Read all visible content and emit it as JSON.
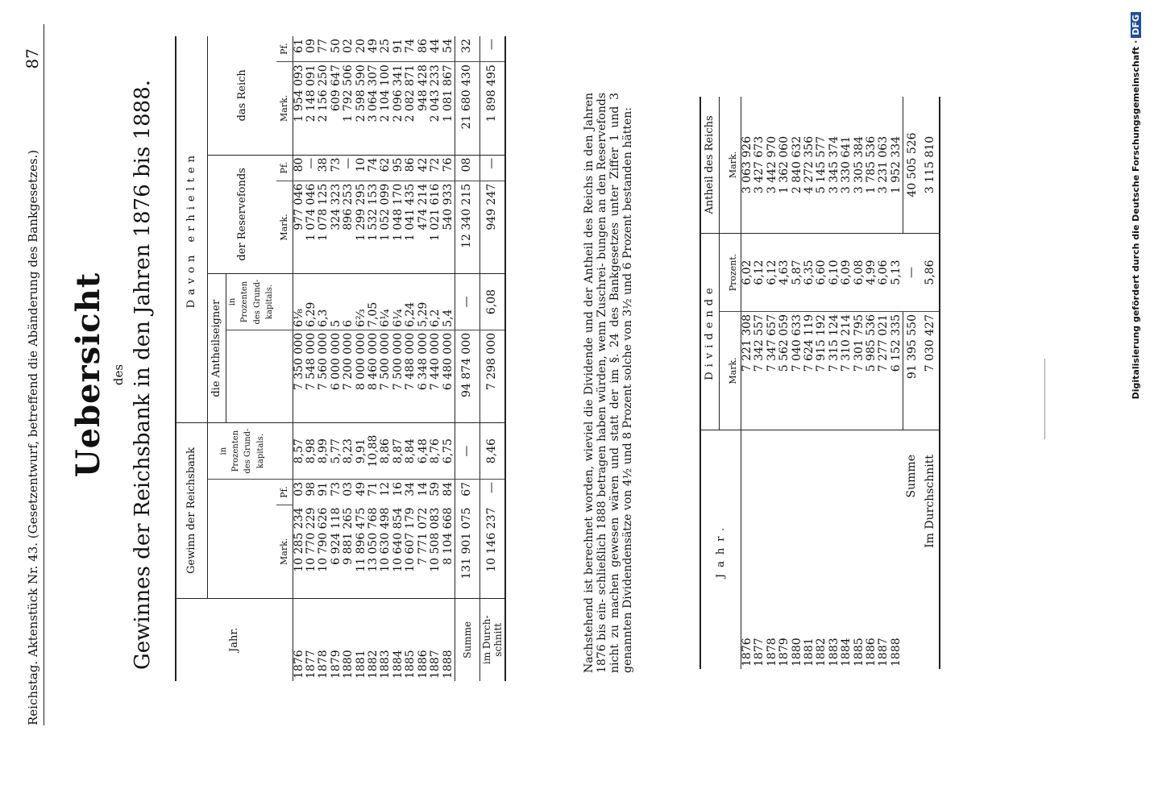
{
  "header": {
    "left": "Reichstag. Aktenstück Nr. 43. (Gesetzentwurf, betreffend die Abänderung des Bankgesetzes.)",
    "page_number": "87"
  },
  "title": {
    "main": "Uebersicht",
    "des": "des",
    "sub": "Gewinnes der Reichsbank in den Jahren 1876 bis 1888."
  },
  "table1": {
    "headers": {
      "jahr": "Jahr.",
      "gewinn": "Gewinn der Reichsbank",
      "davon": "Davon erhielten",
      "anteilseigner": "die Antheilseigner",
      "reservefonds": "der Reservefonds",
      "reich": "das Reich",
      "prozent": "in Prozenten des Grund-kapitals.",
      "mark": "Mark.",
      "pf": "Pf."
    },
    "rows": [
      {
        "year": "1876",
        "g_mark": "10 285 234",
        "g_pf": "03",
        "g_pct": "8,57",
        "a_mark": "7 350 000",
        "a_pct": "6⅛",
        "r_mark": "977 046",
        "r_pf": "80",
        "s_mark": "1 954 093",
        "s_pf": "61"
      },
      {
        "year": "1877",
        "g_mark": "10 770 229",
        "g_pf": "98",
        "g_pct": "8,98",
        "a_mark": "7 548 000",
        "a_pct": "6,29",
        "r_mark": "1 074 046",
        "r_pf": "—",
        "s_mark": "2 148 091",
        "s_pf": "09"
      },
      {
        "year": "1878",
        "g_mark": "10 790 626",
        "g_pf": "91",
        "g_pct": "8,99",
        "a_mark": "7 560 000",
        "a_pct": "6,3",
        "r_mark": "1 078 125",
        "r_pf": "38",
        "s_mark": "2 156 250",
        "s_pf": "77"
      },
      {
        "year": "1879",
        "g_mark": "6 924 118",
        "g_pf": "73",
        "g_pct": "5,77",
        "a_mark": "6 000 000",
        "a_pct": "5",
        "r_mark": "324 323",
        "r_pf": "73",
        "s_mark": "609 647",
        "s_pf": "50"
      },
      {
        "year": "1880",
        "g_mark": "9 881 265",
        "g_pf": "03",
        "g_pct": "8,23",
        "a_mark": "7 200 000",
        "a_pct": "6",
        "r_mark": "896 253",
        "r_pf": "—",
        "s_mark": "1 792 506",
        "s_pf": "02"
      },
      {
        "year": "1881",
        "g_mark": "11 896 475",
        "g_pf": "49",
        "g_pct": "9,91",
        "a_mark": "8 000 000",
        "a_pct": "6⅔",
        "r_mark": "1 299 295",
        "r_pf": "10",
        "s_mark": "2 598 590",
        "s_pf": "20"
      },
      {
        "year": "1882",
        "g_mark": "13 050 768",
        "g_pf": "71",
        "g_pct": "10,88",
        "a_mark": "8 460 000",
        "a_pct": "7,05",
        "r_mark": "1 532 153",
        "r_pf": "74",
        "s_mark": "3 064 307",
        "s_pf": "49"
      },
      {
        "year": "1883",
        "g_mark": "10 630 498",
        "g_pf": "12",
        "g_pct": "8,86",
        "a_mark": "7 500 000",
        "a_pct": "6¼",
        "r_mark": "1 052 099",
        "r_pf": "62",
        "s_mark": "2 104 100",
        "s_pf": "25"
      },
      {
        "year": "1884",
        "g_mark": "10 640 854",
        "g_pf": "16",
        "g_pct": "8,87",
        "a_mark": "7 500 000",
        "a_pct": "6¼",
        "r_mark": "1 048 170",
        "r_pf": "95",
        "s_mark": "2 096 341",
        "s_pf": "91"
      },
      {
        "year": "1885",
        "g_mark": "10 607 179",
        "g_pf": "34",
        "g_pct": "8,84",
        "a_mark": "7 488 000",
        "a_pct": "6,24",
        "r_mark": "1 041 435",
        "r_pf": "86",
        "s_mark": "2 082 871",
        "s_pf": "74"
      },
      {
        "year": "1886",
        "g_mark": "7 771 072",
        "g_pf": "14",
        "g_pct": "6,48",
        "a_mark": "6 348 000",
        "a_pct": "5,29",
        "r_mark": "474 214",
        "r_pf": "42",
        "s_mark": "948 428",
        "s_pf": "86"
      },
      {
        "year": "1887",
        "g_mark": "10 508 083",
        "g_pf": "59",
        "g_pct": "8,76",
        "a_mark": "7 440 000",
        "a_pct": "6,2",
        "r_mark": "1 021 616",
        "r_pf": "72",
        "s_mark": "2 043 233",
        "s_pf": "44"
      },
      {
        "year": "1888",
        "g_mark": "8 104 668",
        "g_pf": "84",
        "g_pct": "6,75",
        "a_mark": "6 480 000",
        "a_pct": "5,4",
        "r_mark": "540 933",
        "r_pf": "76",
        "s_mark": "1 081 867",
        "s_pf": "54"
      }
    ],
    "summe": {
      "label": "Summe",
      "g_mark": "131 901 075",
      "g_pf": "67",
      "g_pct": "—",
      "a_mark": "94 874 000",
      "a_pct": "—",
      "r_mark": "12 340 215",
      "r_pf": "08",
      "s_mark": "21 680 430",
      "s_pf": "32"
    },
    "durchschnitt": {
      "label": "im Durch-schnitt",
      "g_mark": "10 146 237",
      "g_pf": "—",
      "g_pct": "8,46",
      "a_mark": "7 298 000",
      "a_pct": "6,08",
      "r_mark": "949 247",
      "r_pf": "—",
      "s_mark": "1 898 495",
      "s_pf": "—"
    }
  },
  "note": "Nachstehend ist berechnet worden, wieviel die Dividende und der Antheil des Reichs in den Jahren 1876 bis ein- schließlich 1888 betragen haben würden, wenn Zuschrei- bungen an den Reservefonds nicht zu machen gewesen wären und statt der im §. 24 des Bankgesetzes unter Ziffer 1 und 3 genannten Dividendensätze von 4½ und 8 Prozent solche von 3½ und 6 Prozent bestanden hätten:",
  "table2": {
    "headers": {
      "jahr": "Jahr.",
      "dividende": "Dividende",
      "anteil": "Antheil des Reichs",
      "mark": "Mark.",
      "prozent": "Prozent."
    },
    "rows": [
      {
        "year": "1876",
        "d_mark": "7 221 308",
        "d_pct": "6,02",
        "s_mark": "3 063 926"
      },
      {
        "year": "1877",
        "d_mark": "7 342 557",
        "d_pct": "6,12",
        "s_mark": "3 427 673"
      },
      {
        "year": "1878",
        "d_mark": "7 347 657",
        "d_pct": "6,12",
        "s_mark": "3 442 970"
      },
      {
        "year": "1879",
        "d_mark": "5 562 059",
        "d_pct": "4,63",
        "s_mark": "1 362 060"
      },
      {
        "year": "1880",
        "d_mark": "7 040 633",
        "d_pct": "5,87",
        "s_mark": "2 840 632"
      },
      {
        "year": "1881",
        "d_mark": "7 624 119",
        "d_pct": "6,35",
        "s_mark": "4 272 356"
      },
      {
        "year": "1882",
        "d_mark": "7 915 192",
        "d_pct": "6,60",
        "s_mark": "5 145 577"
      },
      {
        "year": "1883",
        "d_mark": "7 315 124",
        "d_pct": "6,10",
        "s_mark": "3 345 374"
      },
      {
        "year": "1884",
        "d_mark": "7 310 214",
        "d_pct": "6,09",
        "s_mark": "3 330 641"
      },
      {
        "year": "1885",
        "d_mark": "7 301 795",
        "d_pct": "6,08",
        "s_mark": "3 305 384"
      },
      {
        "year": "1886",
        "d_mark": "5 985 536",
        "d_pct": "4,99",
        "s_mark": "1 785 536"
      },
      {
        "year": "1887",
        "d_mark": "7 277 021",
        "d_pct": "6,06",
        "s_mark": "3 231 063"
      },
      {
        "year": "1888",
        "d_mark": "6 152 335",
        "d_pct": "5,13",
        "s_mark": "1 952 334"
      }
    ],
    "summe": {
      "label": "Summe",
      "d_mark": "91 395 550",
      "d_pct": "—",
      "s_mark": "40 505 526"
    },
    "durchschnitt": {
      "label": "Im Durchschnitt",
      "d_mark": "7 030 427",
      "d_pct": "5,86",
      "s_mark": "3 115 810"
    }
  },
  "credit": {
    "text": "Digitalisierung gefördert durch die Deutsche Forschungsgemeinschaft ·",
    "logo": "DFG"
  }
}
